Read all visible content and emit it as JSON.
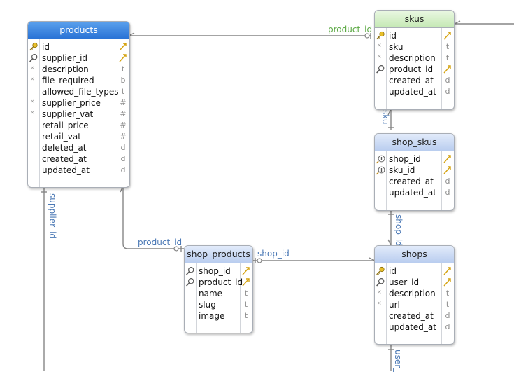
{
  "tables": {
    "products": {
      "name": "products",
      "columns": [
        {
          "name": "id",
          "type": "",
          "key": "pk",
          "fk": true
        },
        {
          "name": "supplier_id",
          "type": "",
          "key": "fk",
          "fk": true
        },
        {
          "name": "description",
          "type": "t",
          "key": "null"
        },
        {
          "name": "file_required",
          "type": "b",
          "key": "null"
        },
        {
          "name": "allowed_file_types",
          "type": "t",
          "key": ""
        },
        {
          "name": "supplier_price",
          "type": "#",
          "key": "null"
        },
        {
          "name": "supplier_vat",
          "type": "#",
          "key": "null"
        },
        {
          "name": "retail_price",
          "type": "#",
          "key": ""
        },
        {
          "name": "retail_vat",
          "type": "#",
          "key": ""
        },
        {
          "name": "deleted_at",
          "type": "d",
          "key": ""
        },
        {
          "name": "created_at",
          "type": "d",
          "key": ""
        },
        {
          "name": "updated_at",
          "type": "d",
          "key": ""
        }
      ]
    },
    "skus": {
      "name": "skus",
      "columns": [
        {
          "name": "id",
          "type": "",
          "key": "pk",
          "fk": true
        },
        {
          "name": "sku",
          "type": "t",
          "key": "null"
        },
        {
          "name": "description",
          "type": "t",
          "key": "null"
        },
        {
          "name": "product_id",
          "type": "",
          "key": "fk",
          "fk": true
        },
        {
          "name": "created_at",
          "type": "d",
          "key": ""
        },
        {
          "name": "updated_at",
          "type": "d",
          "key": ""
        }
      ]
    },
    "shop_skus": {
      "name": "shop_skus",
      "columns": [
        {
          "name": "shop_id",
          "type": "",
          "key": "idx",
          "fk": true
        },
        {
          "name": "sku_id",
          "type": "",
          "key": "idx",
          "fk": true
        },
        {
          "name": "created_at",
          "type": "d",
          "key": ""
        },
        {
          "name": "updated_at",
          "type": "d",
          "key": ""
        }
      ]
    },
    "shop_products": {
      "name": "shop_products",
      "columns": [
        {
          "name": "shop_id",
          "type": "",
          "key": "fk",
          "fk": true
        },
        {
          "name": "product_id",
          "type": "",
          "key": "fk",
          "fk": true
        },
        {
          "name": "name",
          "type": "t",
          "key": ""
        },
        {
          "name": "slug",
          "type": "t",
          "key": ""
        },
        {
          "name": "image",
          "type": "t",
          "key": ""
        }
      ]
    },
    "shops": {
      "name": "shops",
      "columns": [
        {
          "name": "id",
          "type": "",
          "key": "pk",
          "fk": true
        },
        {
          "name": "user_id",
          "type": "",
          "key": "fk",
          "fk": true
        },
        {
          "name": "description",
          "type": "t",
          "key": "null"
        },
        {
          "name": "url",
          "type": "t",
          "key": "null"
        },
        {
          "name": "created_at",
          "type": "d",
          "key": ""
        },
        {
          "name": "updated_at",
          "type": "d",
          "key": ""
        }
      ]
    }
  },
  "relations": {
    "skus_product": "product_id",
    "products_supplier": "supplier_id",
    "shop_skus_sku": "sku",
    "shop_skus_shop": "shop_id",
    "shop_products_product": "product_id",
    "shop_products_shop": "shop_id",
    "shops_user": "user_"
  },
  "colors": {
    "selected_header": "#2a73d6",
    "header": "#c6d6f3",
    "green_header": "#c5e8b4",
    "line": "#858585",
    "relation_label": "#4a78b5",
    "relation_label_green": "#5aa842"
  }
}
